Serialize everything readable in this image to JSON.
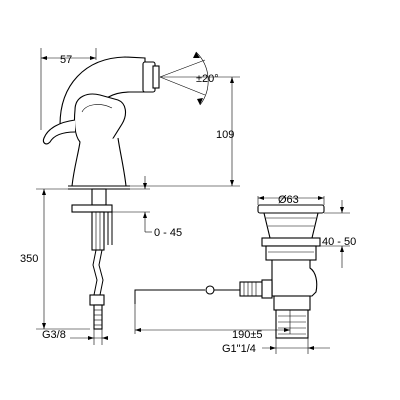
{
  "dimensions": {
    "spout_reach": "57",
    "swivel_angle": "±20°",
    "height_109": "109",
    "deck_thickness": "0 - 45",
    "tail_length": "350",
    "inlet_thread": "G3/8",
    "drain_diameter": "Ø63",
    "drain_flange": "40 - 50",
    "rod_length": "190±5",
    "drain_thread": "G1\"1/4"
  },
  "colors": {
    "line": "#000000",
    "background": "#ffffff"
  }
}
